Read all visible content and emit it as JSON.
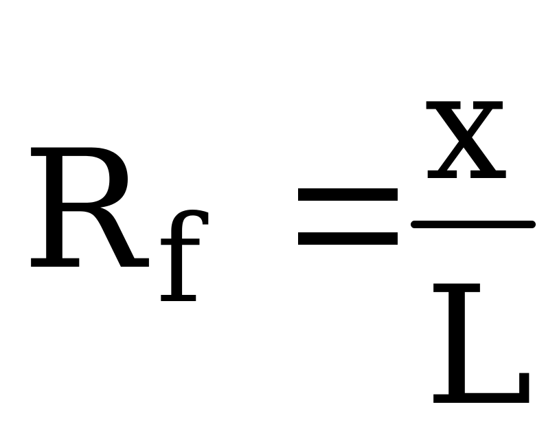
{
  "formula": {
    "main_variable": "R",
    "subscript": "f",
    "operator": "=",
    "numerator": "x",
    "denominator": "L"
  },
  "colors": {
    "background": "#ffffff",
    "text": "#000000"
  }
}
